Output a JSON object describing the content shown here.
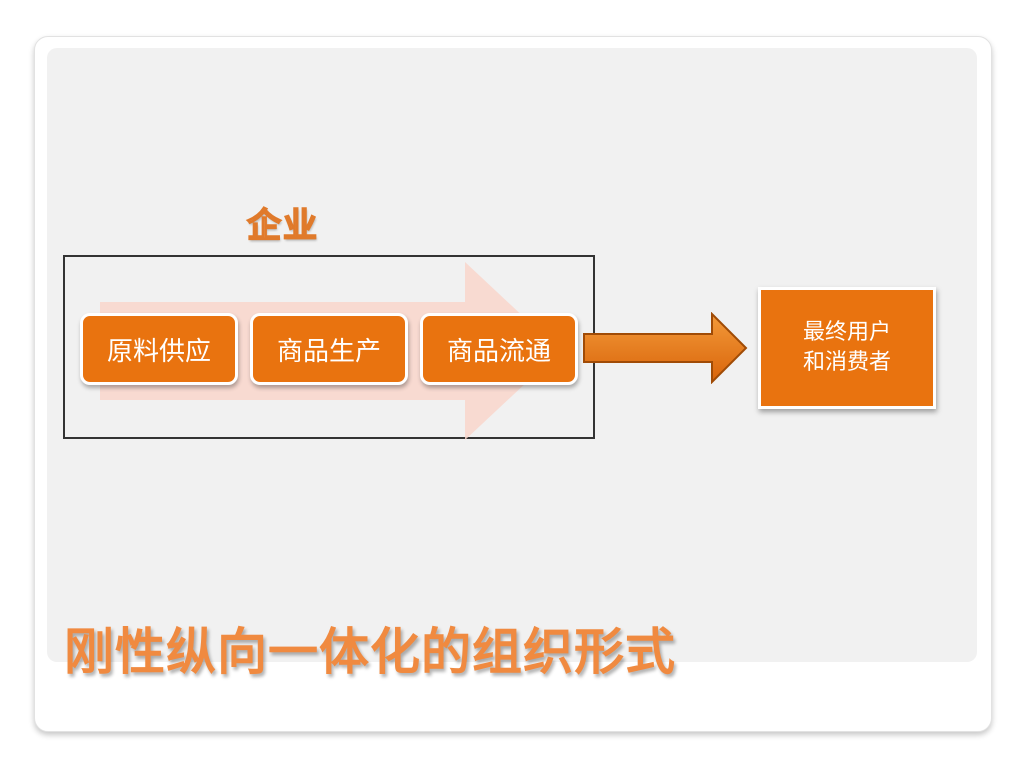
{
  "enterprise_label": "企业",
  "steps": [
    {
      "label": "原料供应"
    },
    {
      "label": "商品生产"
    },
    {
      "label": "商品流通"
    }
  ],
  "end_user": {
    "line1": "最终用户",
    "line2": "和消费者"
  },
  "title": "刚性纵向一体化的组织形式",
  "colors": {
    "accent": "#e9730f",
    "title": "#f08a40",
    "background_arrow": "#f9d6cb",
    "panel": "#f1f1f1"
  }
}
